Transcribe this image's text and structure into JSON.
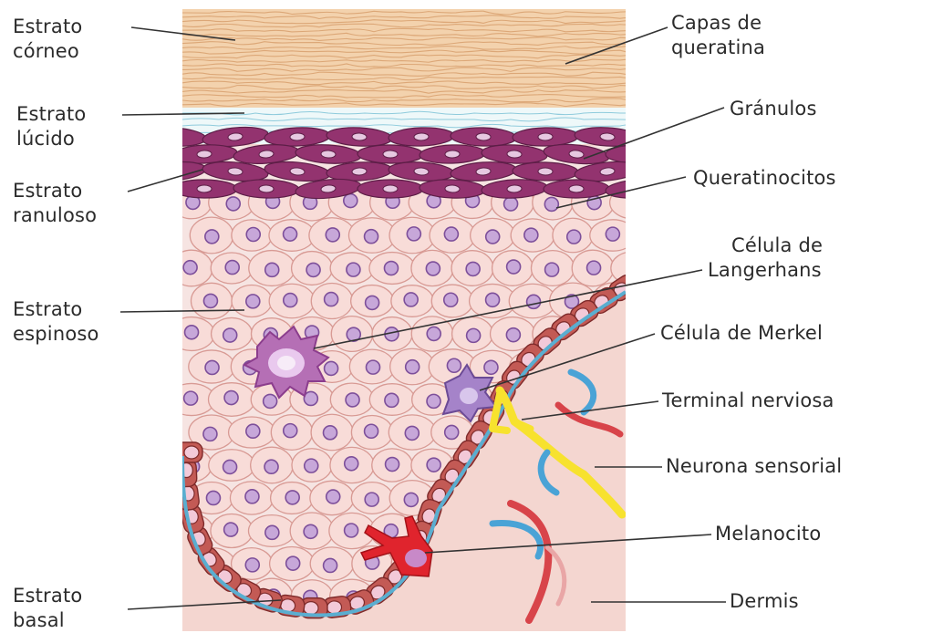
{
  "diagram": {
    "left_labels": {
      "corneo": [
        "Estrato",
        "córneo"
      ],
      "lucido": [
        "Estrato",
        "lúcido"
      ],
      "granuloso": [
        "Estrato",
        "ranuloso"
      ],
      "espinoso": [
        "Estrato",
        "espinoso"
      ],
      "basal": [
        "Estrato",
        "basal"
      ]
    },
    "right_labels": {
      "queratina": [
        "Capas de",
        "queratina"
      ],
      "granulos": "Gránulos",
      "queratinocitos": "Queratinocitos",
      "langerhans": [
        "Célula de",
        "Langerhans"
      ],
      "merkel": "Célula de Merkel",
      "terminal": "Terminal nerviosa",
      "neurona": "Neurona sensorial",
      "melanocito": "Melanocito",
      "dermis": "Dermis"
    },
    "colors": {
      "keratin": "#f3d2ad",
      "keratin_line": "#dca777",
      "lucidum": "#eaf6f8",
      "granular_cell": "#93336f",
      "spinous_cell": "#f8dcd8",
      "spinous_nucleus": "#c7a7d9",
      "basal_cell": "#c35a55",
      "dermis": "#f4d6d0",
      "basement_membrane": "#5aaed0",
      "nerve": "#f7e22e",
      "vessel_red": "#d8444a",
      "vessel_blue": "#4aa3d6",
      "melanocyte": "#e0242d",
      "langerhans": "#b56fb5",
      "leader_line": "#333333"
    }
  }
}
